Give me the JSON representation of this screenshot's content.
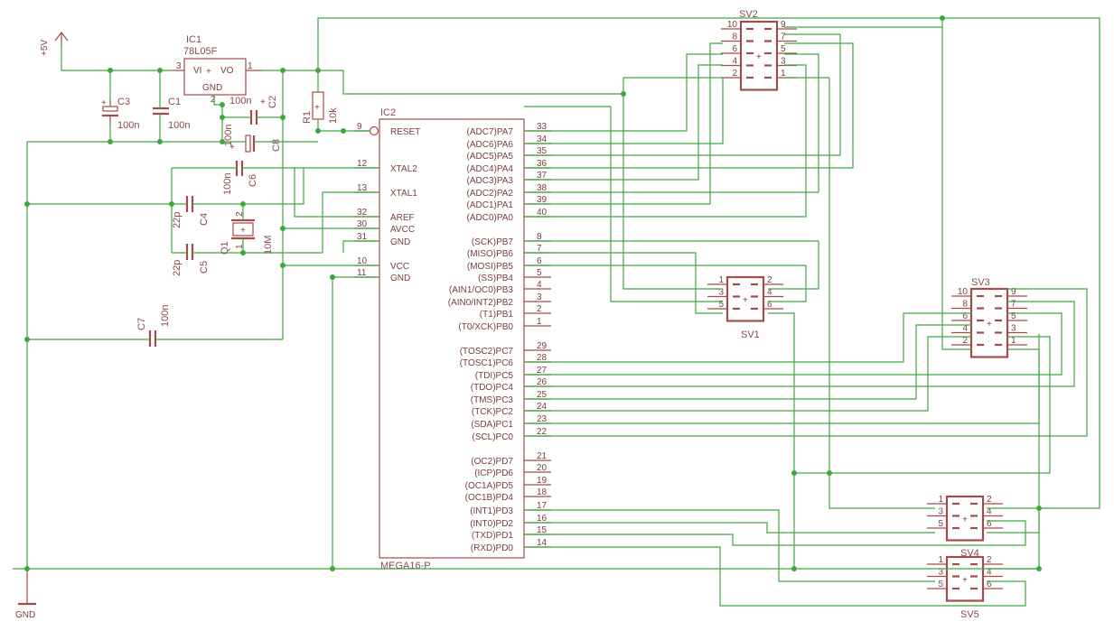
{
  "ic2": {
    "name": "IC2",
    "value": "MEGA16-P",
    "left_pins": [
      {
        "name": "RESET",
        "num": "9"
      },
      {
        "name": "XTAL2",
        "num": "12"
      },
      {
        "name": "XTAL1",
        "num": "13"
      },
      {
        "name": "AREF",
        "num": "32"
      },
      {
        "name": "AVCC",
        "num": "30"
      },
      {
        "name": "GND",
        "num": "31"
      },
      {
        "name": "VCC",
        "num": "10"
      },
      {
        "name": "GND",
        "num": "11"
      }
    ],
    "right_pins": [
      {
        "name": "(ADC7)PA7",
        "num": "33"
      },
      {
        "name": "(ADC6)PA6",
        "num": "34"
      },
      {
        "name": "(ADC5)PA5",
        "num": "35"
      },
      {
        "name": "(ADC4)PA4",
        "num": "36"
      },
      {
        "name": "(ADC3)PA3",
        "num": "37"
      },
      {
        "name": "(ADC2)PA2",
        "num": "38"
      },
      {
        "name": "(ADC1)PA1",
        "num": "39"
      },
      {
        "name": "(ADC0)PA0",
        "num": "40"
      },
      {
        "name": "(SCK)PB7",
        "num": "8"
      },
      {
        "name": "(MISO)PB6",
        "num": "7"
      },
      {
        "name": "(MOSI)PB5",
        "num": "6"
      },
      {
        "name": "(SS)PB4",
        "num": "5"
      },
      {
        "name": "(AIN1/OC0)PB3",
        "num": "4"
      },
      {
        "name": "(AIN0/INT2)PB2",
        "num": "3"
      },
      {
        "name": "(T1)PB1",
        "num": "2"
      },
      {
        "name": "(T0/XCK)PB0",
        "num": "1"
      },
      {
        "name": "(TOSC2)PC7",
        "num": "29"
      },
      {
        "name": "(TOSC1)PC6",
        "num": "28"
      },
      {
        "name": "(TDI)PC5",
        "num": "27"
      },
      {
        "name": "(TDO)PC4",
        "num": "26"
      },
      {
        "name": "(TMS)PC3",
        "num": "25"
      },
      {
        "name": "(TCK)PC2",
        "num": "24"
      },
      {
        "name": "(SDA)PC1",
        "num": "23"
      },
      {
        "name": "(SCL)PC0",
        "num": "22"
      },
      {
        "name": "(OC2)PD7",
        "num": "21"
      },
      {
        "name": "(ICP)PD6",
        "num": "20"
      },
      {
        "name": "(OC1A)PD5",
        "num": "19"
      },
      {
        "name": "(OC1B)PD4",
        "num": "18"
      },
      {
        "name": "(INT1)PD3",
        "num": "17"
      },
      {
        "name": "(INT0)PD2",
        "num": "16"
      },
      {
        "name": "(TXD)PD1",
        "num": "15"
      },
      {
        "name": "(RXD)PD0",
        "num": "14"
      }
    ]
  },
  "ic1": {
    "name": "IC1",
    "value": "78L05F",
    "vi": "VI",
    "vo": "VO",
    "gnd": "GND",
    "pin_in": "3",
    "pin_out": "1",
    "pin_gnd": "2"
  },
  "power": {
    "vcc": "+5V",
    "gnd": "GND"
  },
  "parts": {
    "c3": {
      "name": "C3",
      "value": "100n"
    },
    "c1": {
      "name": "C1",
      "value": "100n"
    },
    "c2": {
      "name": "C2",
      "value": "100n"
    },
    "c8": {
      "name": "C8",
      "value": "100n"
    },
    "c6": {
      "name": "C6",
      "value": "100n"
    },
    "c4": {
      "name": "C4",
      "value": "22p"
    },
    "c5": {
      "name": "C5",
      "value": "22p"
    },
    "c7": {
      "name": "C7",
      "value": "100n"
    },
    "r1": {
      "name": "R1",
      "value": "10k"
    },
    "q1": {
      "name": "Q1",
      "value": "10M",
      "pin1": "1",
      "pin2": "2"
    }
  },
  "headers": {
    "sv2": {
      "name": "SV2",
      "left": [
        "10",
        "8",
        "6",
        "4",
        "2"
      ],
      "right": [
        "9",
        "7",
        "5",
        "3",
        "1"
      ]
    },
    "sv3": {
      "name": "SV3",
      "left": [
        "10",
        "8",
        "6",
        "4",
        "2"
      ],
      "right": [
        "9",
        "7",
        "5",
        "3",
        "1"
      ]
    },
    "sv1": {
      "name": "SV1",
      "left": [
        "1",
        "3",
        "5"
      ],
      "right": [
        "2",
        "4",
        "6"
      ]
    },
    "sv4": {
      "name": "SV4",
      "left": [
        "1",
        "3",
        "5"
      ],
      "right": [
        "2",
        "4",
        "6"
      ]
    },
    "sv5": {
      "name": "SV5",
      "left": [
        "1",
        "3",
        "5"
      ],
      "right": [
        "2",
        "4",
        "6"
      ]
    }
  },
  "colors": {
    "wire": "#3fa63f",
    "part": "#a54a4a",
    "text": "#7a3d3d"
  }
}
